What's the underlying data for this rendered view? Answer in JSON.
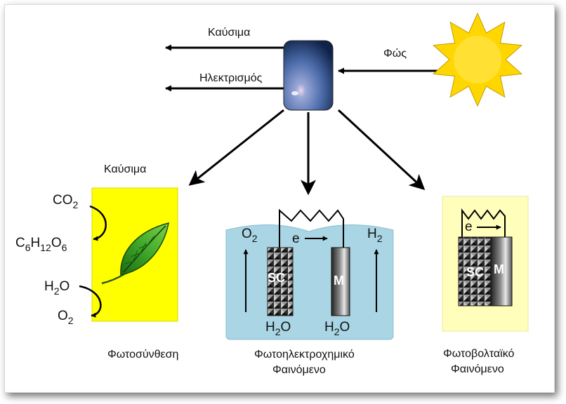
{
  "labels": {
    "fuel_top": "Καύσιμα",
    "electricity": "Ηλεκτρισμός",
    "light": "Φώς",
    "fuel_left": "Καύσιμα",
    "photosynthesis": "Φωτοσύνθεση",
    "photoelectrochemical_line1": "Φωτοηλεκτροχημικό",
    "photoelectrochemical_line2": "Φαινόμενο",
    "photovoltaic_line1": "Φωτοβολταϊκό",
    "photovoltaic_line2": "Φαινόμενο"
  },
  "chemistry": {
    "co2": "CO",
    "co2_sub": "2",
    "glucose_c": "C",
    "glucose_c_sub": "6",
    "glucose_h": "H",
    "glucose_h_sub": "12",
    "glucose_o": "O",
    "glucose_o_sub": "6",
    "water_left_h": "H",
    "water_left_sub": "2",
    "water_left_o": "O",
    "oxygen_left": "O",
    "oxygen_left_sub": "2",
    "oxygen_cell": "O",
    "oxygen_cell_sub": "2",
    "hydrogen_cell": "H",
    "hydrogen_cell_sub": "2",
    "water_cell1_h": "H",
    "water_cell1_sub": "2",
    "water_cell1_o": "O",
    "water_cell2_h": "H",
    "water_cell2_sub": "2",
    "water_cell2_o": "O"
  },
  "electrodes": {
    "semiconductor": "SC",
    "metal": "M",
    "electron": "e",
    "pv_semiconductor": "SC",
    "pv_metal": "M",
    "pv_electron": "e"
  },
  "colors": {
    "leaf_panel": "#ffff00",
    "pv_panel": "#ffffbb",
    "electrolyte": "#a9d5e4",
    "sun": "#ffd700",
    "device": "#3a5a9a"
  }
}
